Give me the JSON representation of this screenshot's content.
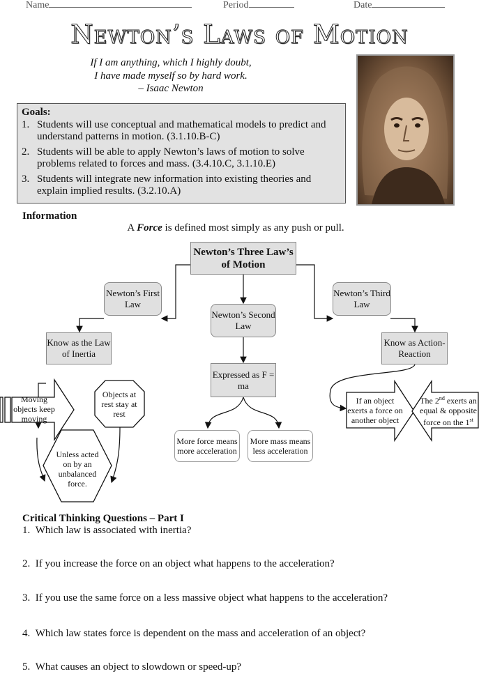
{
  "header": {
    "name_label": "Name",
    "period_label": "Period",
    "date_label": "Date"
  },
  "title": "Newton’s Laws of Motion",
  "quote": {
    "line1": "If I am anything, which I highly doubt,",
    "line2": "I have made myself so by hard work.",
    "attribution": "– Isaac Newton"
  },
  "goals": {
    "heading": "Goals:",
    "items": [
      {
        "num": "1.",
        "text": "Students will use conceptual and mathematical models to predict and understand patterns in motion. (3.1.10.B-C)"
      },
      {
        "num": "2.",
        "text": "Students will be able to apply Newton’s laws of motion to solve problems related to forces and mass. (3.4.10.C, 3.1.10.E)"
      },
      {
        "num": "3.",
        "text": "Students will integrate new information into existing theories and explain implied results. (3.2.10.A)"
      }
    ]
  },
  "information": {
    "heading": "Information",
    "sentence_pre": "A ",
    "sentence_term": "Force",
    "sentence_post": " is defined most simply as any push or pull."
  },
  "diagram": {
    "root": "Newton’s Three Law’s of Motion",
    "first_law": "Newton’s First Law",
    "second_law": "Newton’s Second Law",
    "third_law": "Newton’s Third Law",
    "inertia": "Know as the Law of Inertia",
    "action_reaction": "Know as Action-Reaction",
    "expressed": "Expressed as F = ma",
    "moving": "Moving objects keep moving",
    "rest": "Objects at rest stay at rest",
    "unless": "Unless acted on by an unbalanced force.",
    "more_force": "More force means more acceleration",
    "more_mass": "More mass means less acceleration",
    "exerts": "If an object exerts a force on another object",
    "second_exerts_pre": "The 2",
    "second_exerts_sup": "nd",
    "second_exerts_mid": " exerts an equal & opposite force on the 1",
    "second_exerts_sup2": "st"
  },
  "questions": {
    "heading": "Critical Thinking Questions – Part I",
    "items": [
      {
        "num": "1.",
        "text": "Which law is associated with inertia?"
      },
      {
        "num": "2.",
        "text": "If you increase the force on an object what happens to the acceleration?"
      },
      {
        "num": "3.",
        "text": "If you use the same force on a less massive object what happens to the acceleration?"
      },
      {
        "num": "4.",
        "text": "Which law states force is dependent on the mass and acceleration of an object?"
      },
      {
        "num": "5.",
        "text": "What causes an object to slowdown or speed-up?"
      }
    ]
  }
}
